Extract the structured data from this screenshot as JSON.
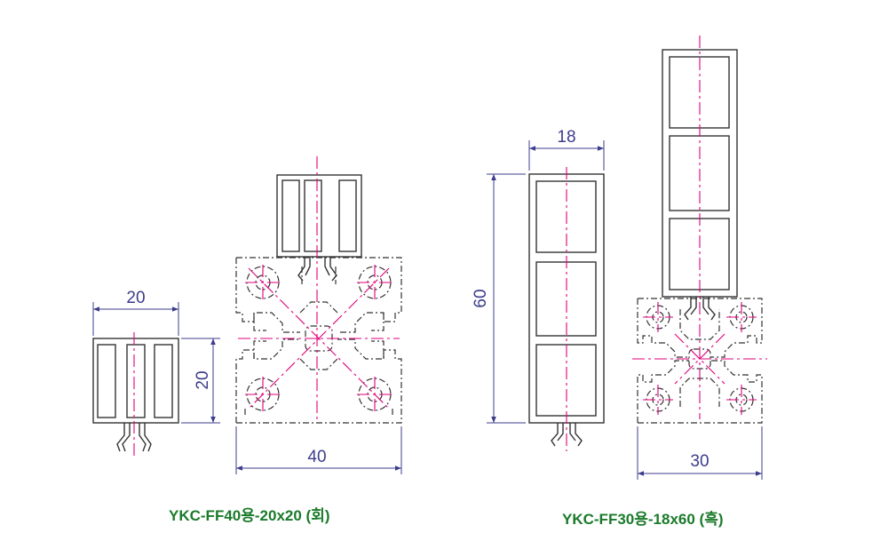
{
  "left_part": {
    "caption": "YKC-FF40용-20x20 (회)",
    "cover_width": "20",
    "cover_height": "20",
    "profile_width": "40"
  },
  "right_part": {
    "caption": "YKC-FF30용-18x60 (흑)",
    "cover_width": "18",
    "cover_height": "60",
    "profile_width": "30"
  },
  "colors": {
    "outline": "#333333",
    "centerline": "#e0007a",
    "dimension": "#3c3c8c",
    "caption": "#1a7a2a"
  }
}
